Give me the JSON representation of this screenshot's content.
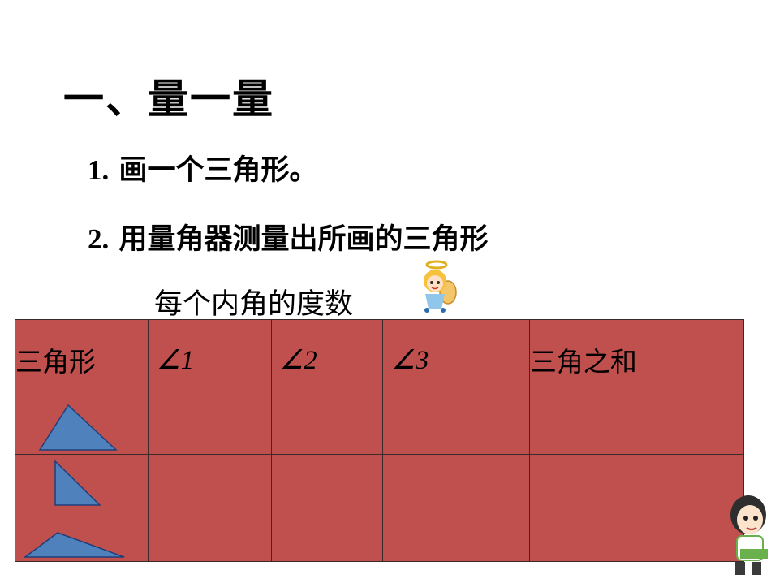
{
  "heading": "一、量一量",
  "steps": [
    {
      "num": "1.",
      "text": "画一个三角形。"
    },
    {
      "num": "2.",
      "text": "用量角器测量出所画的三角形"
    }
  ],
  "step2_cont": "每个内角的度数",
  "table": {
    "headers": [
      "三角形",
      "∠1",
      "∠2",
      "∠3",
      "三角之和"
    ],
    "rows": [
      {
        "shape": "obtuse-triangle-icon",
        "cells": [
          "",
          "",
          "",
          ""
        ]
      },
      {
        "shape": "right-triangle-icon",
        "cells": [
          "",
          "",
          "",
          ""
        ]
      },
      {
        "shape": "flat-triangle-icon",
        "cells": [
          "",
          "",
          "",
          ""
        ]
      }
    ]
  },
  "colors": {
    "table_fill": "#c0504d",
    "triangle_fill": "#4f81bd",
    "triangle_stroke": "#1f3f7a"
  }
}
